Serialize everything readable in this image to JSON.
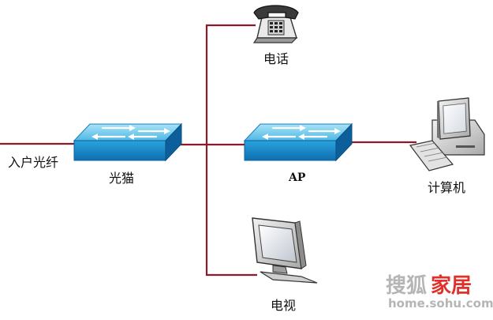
{
  "labels": {
    "fiber_in": "入户光纤",
    "modem": "光猫",
    "phone": "电话",
    "ap": "AP",
    "computer": "计算机",
    "tv": "电视"
  },
  "watermark": {
    "brand_part1": "搜狐",
    "brand_part2": "家居",
    "url": "home.sohu.com"
  },
  "colors": {
    "cable": "#8b1a2b",
    "switch_top": "#5fc3e8",
    "switch_front": "#1b8fd1",
    "watermark_red": "#e0302a",
    "watermark_gray": "#b5b5b5"
  },
  "icons": [
    "fiber-cable",
    "switch-icon",
    "telephone-icon",
    "switch-icon",
    "computer-icon",
    "monitor-icon"
  ]
}
